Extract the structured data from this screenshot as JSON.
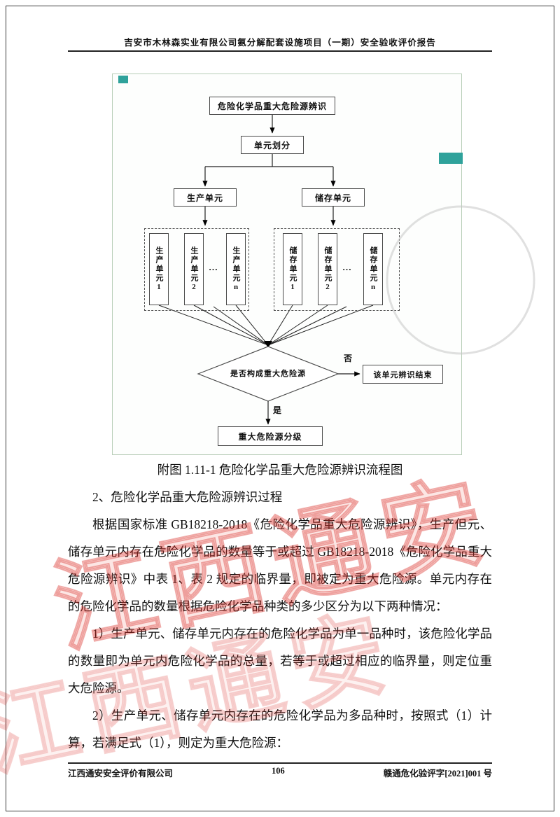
{
  "page": {
    "header_title": "吉安市木林森实业有限公司氨分解配套设施项目（一期）安全验收评价报告",
    "watermark": "江西通安",
    "footer": {
      "left": "江西通安安全评价有限公司",
      "page_number": "106",
      "right": "赣通危化验评字[2021]001 号"
    }
  },
  "colors": {
    "watermark_red": "#d7352b",
    "chart_border_green": "#b7cdb7",
    "artifact_teal": "#2fa29b"
  },
  "flowchart": {
    "nodes": {
      "title": "危险化学品重大危险源辨识",
      "unit_division": "单元划分",
      "production_unit": "生产单元",
      "storage_unit": "储存单元",
      "production_sub": [
        "生产单元1",
        "生产单元2",
        "生产单元n"
      ],
      "storage_sub": [
        "储存单元1",
        "储存单元2",
        "储存单元n"
      ],
      "ellipsis": "…",
      "decision": "是否构成重大危险源",
      "no_label": "否",
      "yes_label": "是",
      "end_box": "该单元辨识结束",
      "grading_box": "重大危险源分级"
    }
  },
  "caption": "附图 1.11-1 危险化学品重大危险源辨识流程图",
  "body": {
    "heading": "2、危险化学品重大危险源辨识过程",
    "paragraphs": [
      "根据国家标准 GB18218-2018《危险化学品重大危险源辨识》，生产但元、储存单元内存在危险化学品的数量等于或超过 GB18218-2018《危险化学品重大危险源辨识》中表 1、表 2 规定的临界量，即被定为重大危险源。单元内存在的危险化学品的数量根据危险化学品种类的多少区分为以下两种情况：",
      "1）生产单元、储存单元内存在的危险化学品为单一品种时，该危险化学品的数量即为单元内危险化学品的总量，若等于或超过相应的临界量，则定位重大危险源。",
      "2）生产单元、储存单元内存在的危险化学品为多品种时，按照式（1）计算，若满足式（1），则定为重大危险源："
    ]
  }
}
